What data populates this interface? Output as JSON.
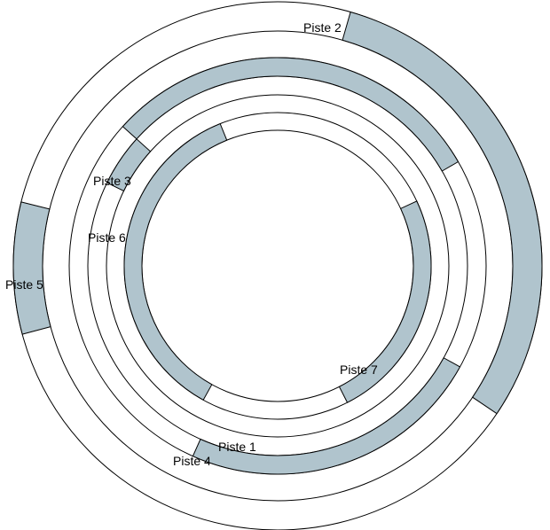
{
  "diagram": {
    "fill_color": "#b0c4cd",
    "tracks": [
      {
        "id": "track-1",
        "label": "Piste 1"
      },
      {
        "id": "track-2",
        "label": "Piste 2"
      },
      {
        "id": "track-3",
        "label": "Piste 3"
      },
      {
        "id": "track-4",
        "label": "Piste 4"
      },
      {
        "id": "track-5",
        "label": "Piste 5"
      },
      {
        "id": "track-6",
        "label": "Piste 6"
      },
      {
        "id": "track-7",
        "label": "Piste 7"
      }
    ]
  }
}
